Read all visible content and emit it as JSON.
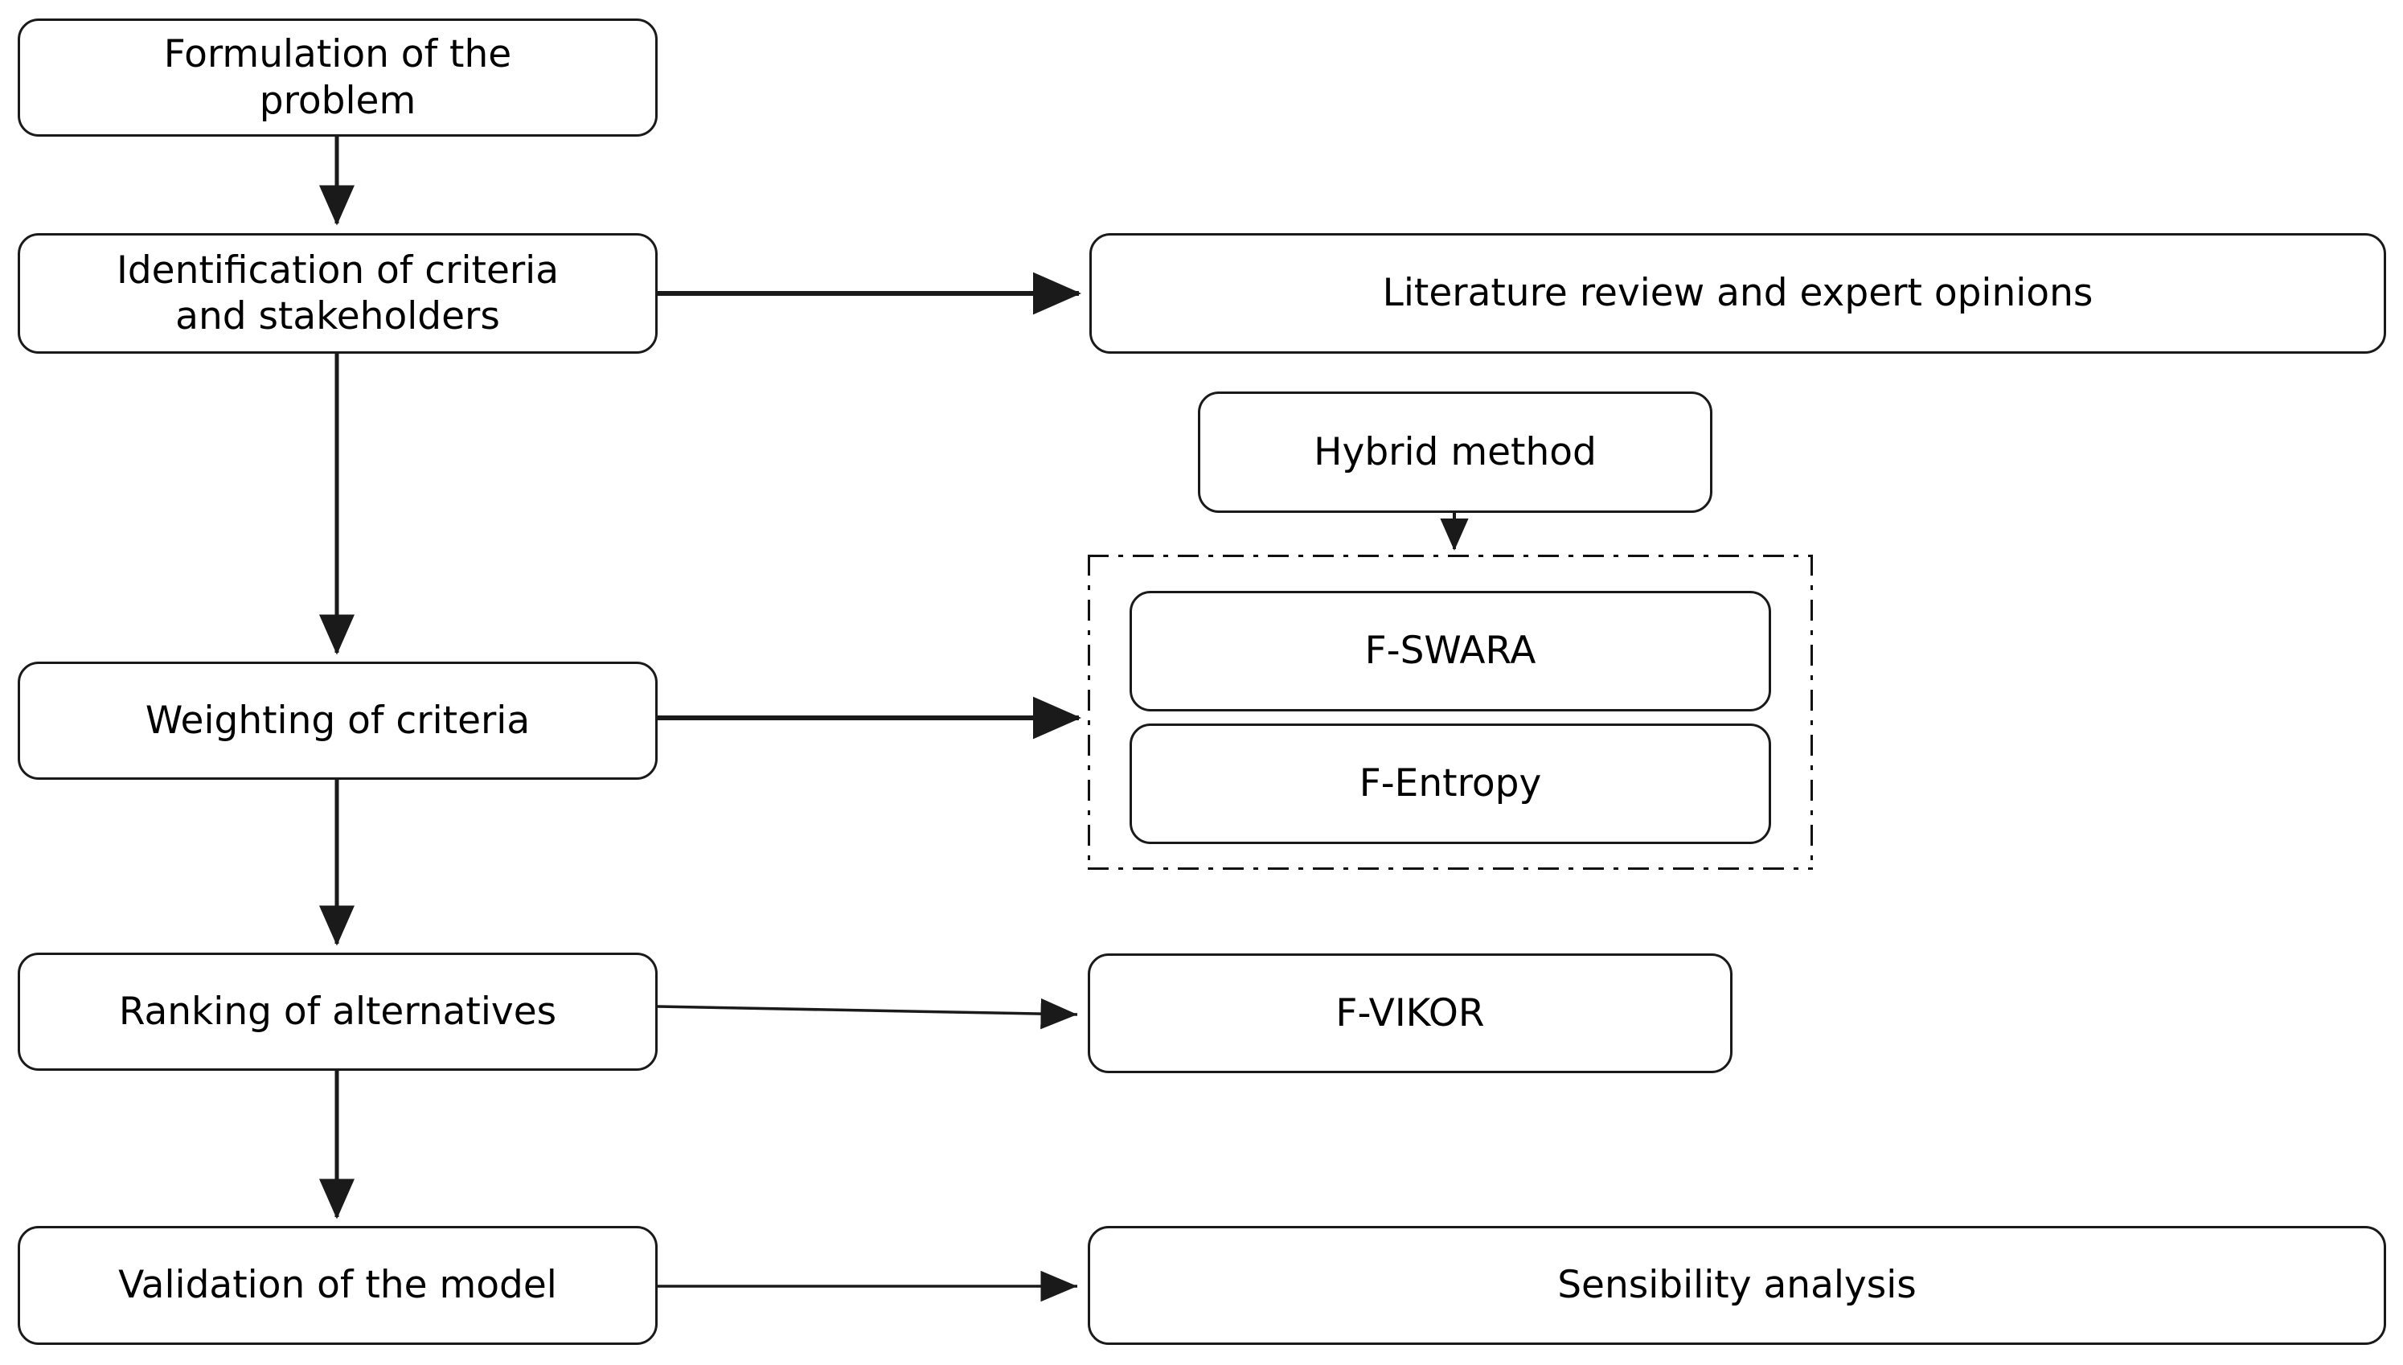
{
  "diagram": {
    "title": "Methodology flowchart",
    "background_color": "#ffffff",
    "line_color": "#1a1a1a",
    "node_fill": "#ffffff"
  },
  "nodes": {
    "formulation": {
      "label": "Formulation of the\nproblem"
    },
    "identification": {
      "label": "Identification of criteria\nand stakeholders"
    },
    "weighting": {
      "label": "Weighting of criteria"
    },
    "ranking": {
      "label": "Ranking of alternatives"
    },
    "validation": {
      "label": "Validation of the model"
    },
    "literature": {
      "label": "Literature review and expert opinions"
    },
    "hybrid": {
      "label": "Hybrid method"
    },
    "fswara": {
      "label": "F-SWARA"
    },
    "fentropy": {
      "label": "F-Entropy"
    },
    "fvikor": {
      "label": "F-VIKOR"
    },
    "sensibility": {
      "label": "Sensibility analysis"
    }
  },
  "group": {
    "weighting_methods": {
      "label": "",
      "border_style": "dash-dot"
    }
  },
  "connectors": [
    {
      "name": "formulation-to-identification",
      "from": "formulation",
      "to": "identification",
      "direction": "down"
    },
    {
      "name": "identification-to-weighting",
      "from": "identification",
      "to": "weighting",
      "direction": "down"
    },
    {
      "name": "identification-to-literature",
      "from": "identification",
      "to": "literature",
      "direction": "right"
    },
    {
      "name": "weighting-to-ranking",
      "from": "weighting",
      "to": "ranking",
      "direction": "down"
    },
    {
      "name": "weighting-to-methods-group",
      "from": "weighting",
      "to": "weighting_methods",
      "direction": "right"
    },
    {
      "name": "hybrid-to-methods-group",
      "from": "hybrid",
      "to": "weighting_methods",
      "direction": "down"
    },
    {
      "name": "ranking-to-validation",
      "from": "ranking",
      "to": "validation",
      "direction": "down"
    },
    {
      "name": "ranking-to-fvikor",
      "from": "ranking",
      "to": "fvikor",
      "direction": "right"
    },
    {
      "name": "validation-to-sensibility",
      "from": "validation",
      "to": "sensibility",
      "direction": "right"
    }
  ]
}
